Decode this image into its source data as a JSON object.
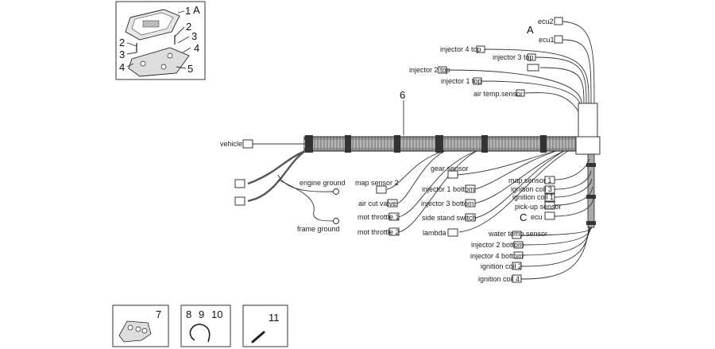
{
  "diagram": {
    "reference_numbers": {
      "n1": "1",
      "n2a": "2",
      "n2b": "2",
      "n3a": "3",
      "n3b": "3",
      "n4a": "4",
      "n4b": "4",
      "n5": "5",
      "n6": "6",
      "n7": "7",
      "n8": "8",
      "n9": "9",
      "n10": "10",
      "n11": "11"
    },
    "letters": {
      "inset_a": "A",
      "main_a": "A",
      "main_c": "C"
    },
    "connectors": {
      "ecu2": "ecu2",
      "ecu1": "ecu1",
      "injector_4_top": "injector 4 top",
      "injector_3_top": "injector 3 top",
      "injector_2_top": "injector 2 top",
      "injector_1_top": "injector 1 top",
      "air_temp_sensor": "air temp.sensor",
      "vehicle": "vehicle",
      "engine_ground": "engine ground",
      "frame_ground": "frame ground",
      "map_sensor_2": "map sensor 2",
      "air_cut_valve": "air cut valve",
      "mot_throttle_1": "mot throttle 1",
      "mot_throttle_2": "mot throttle 2",
      "gear_sensor": "gear sensor",
      "injector_1_bottom": "injector 1 bottom",
      "injector_3_bottom": "injector 3 bottom",
      "side_stand_switch": "side stand switch",
      "lambda": "lambda",
      "map_sensor_1": "map sensor 1",
      "ignition_coil_3": "ignition coil 3",
      "ignition_coil_1": "ignition coil 1",
      "pick_up_sensor": "pick-up sensor",
      "ecu": "ecu",
      "water_temp_sensor": "water temp.sensor",
      "injector_2_bottom": "injector 2 bottom",
      "injector_4_bottom": "injector 4 bottom",
      "ignition_coil_2": "ignition coil 2",
      "ignition_coil_4": "ignition coil 4"
    }
  }
}
